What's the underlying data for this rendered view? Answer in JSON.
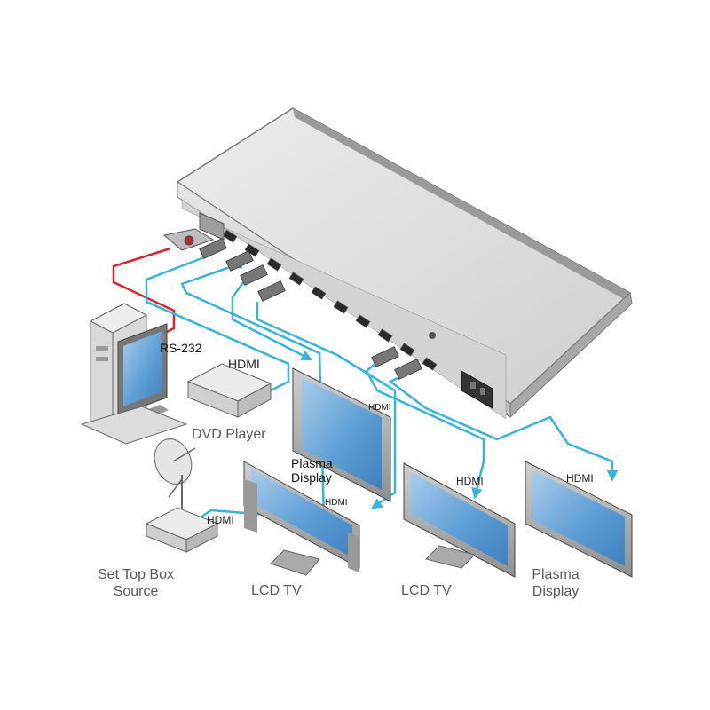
{
  "colors": {
    "cable_hdmi": "#36b4dc",
    "cable_rs232": "#d8262e",
    "device_body": "#d9d9d9",
    "screen": "#5aa0d6"
  },
  "labels": {
    "rs232": "RS-232",
    "dvd_player": "DVD Player",
    "dvd_hdmi": "HDMI",
    "stb_hdmi": "HDMI",
    "stb_line1": "Set Top Box",
    "stb_line2": "Source",
    "plasma1_hdmi": "HDMI",
    "plasma1_line1": "Plasma",
    "plasma1_line2": "Display",
    "lcd1_hdmi": "HDMI",
    "lcd1_label": "LCD TV",
    "lcd2_hdmi": "HDMI",
    "lcd2_label": "LCD TV",
    "plasma2_hdmi": "HDMI",
    "plasma2_line1": "Plasma",
    "plasma2_line2": "Display"
  }
}
